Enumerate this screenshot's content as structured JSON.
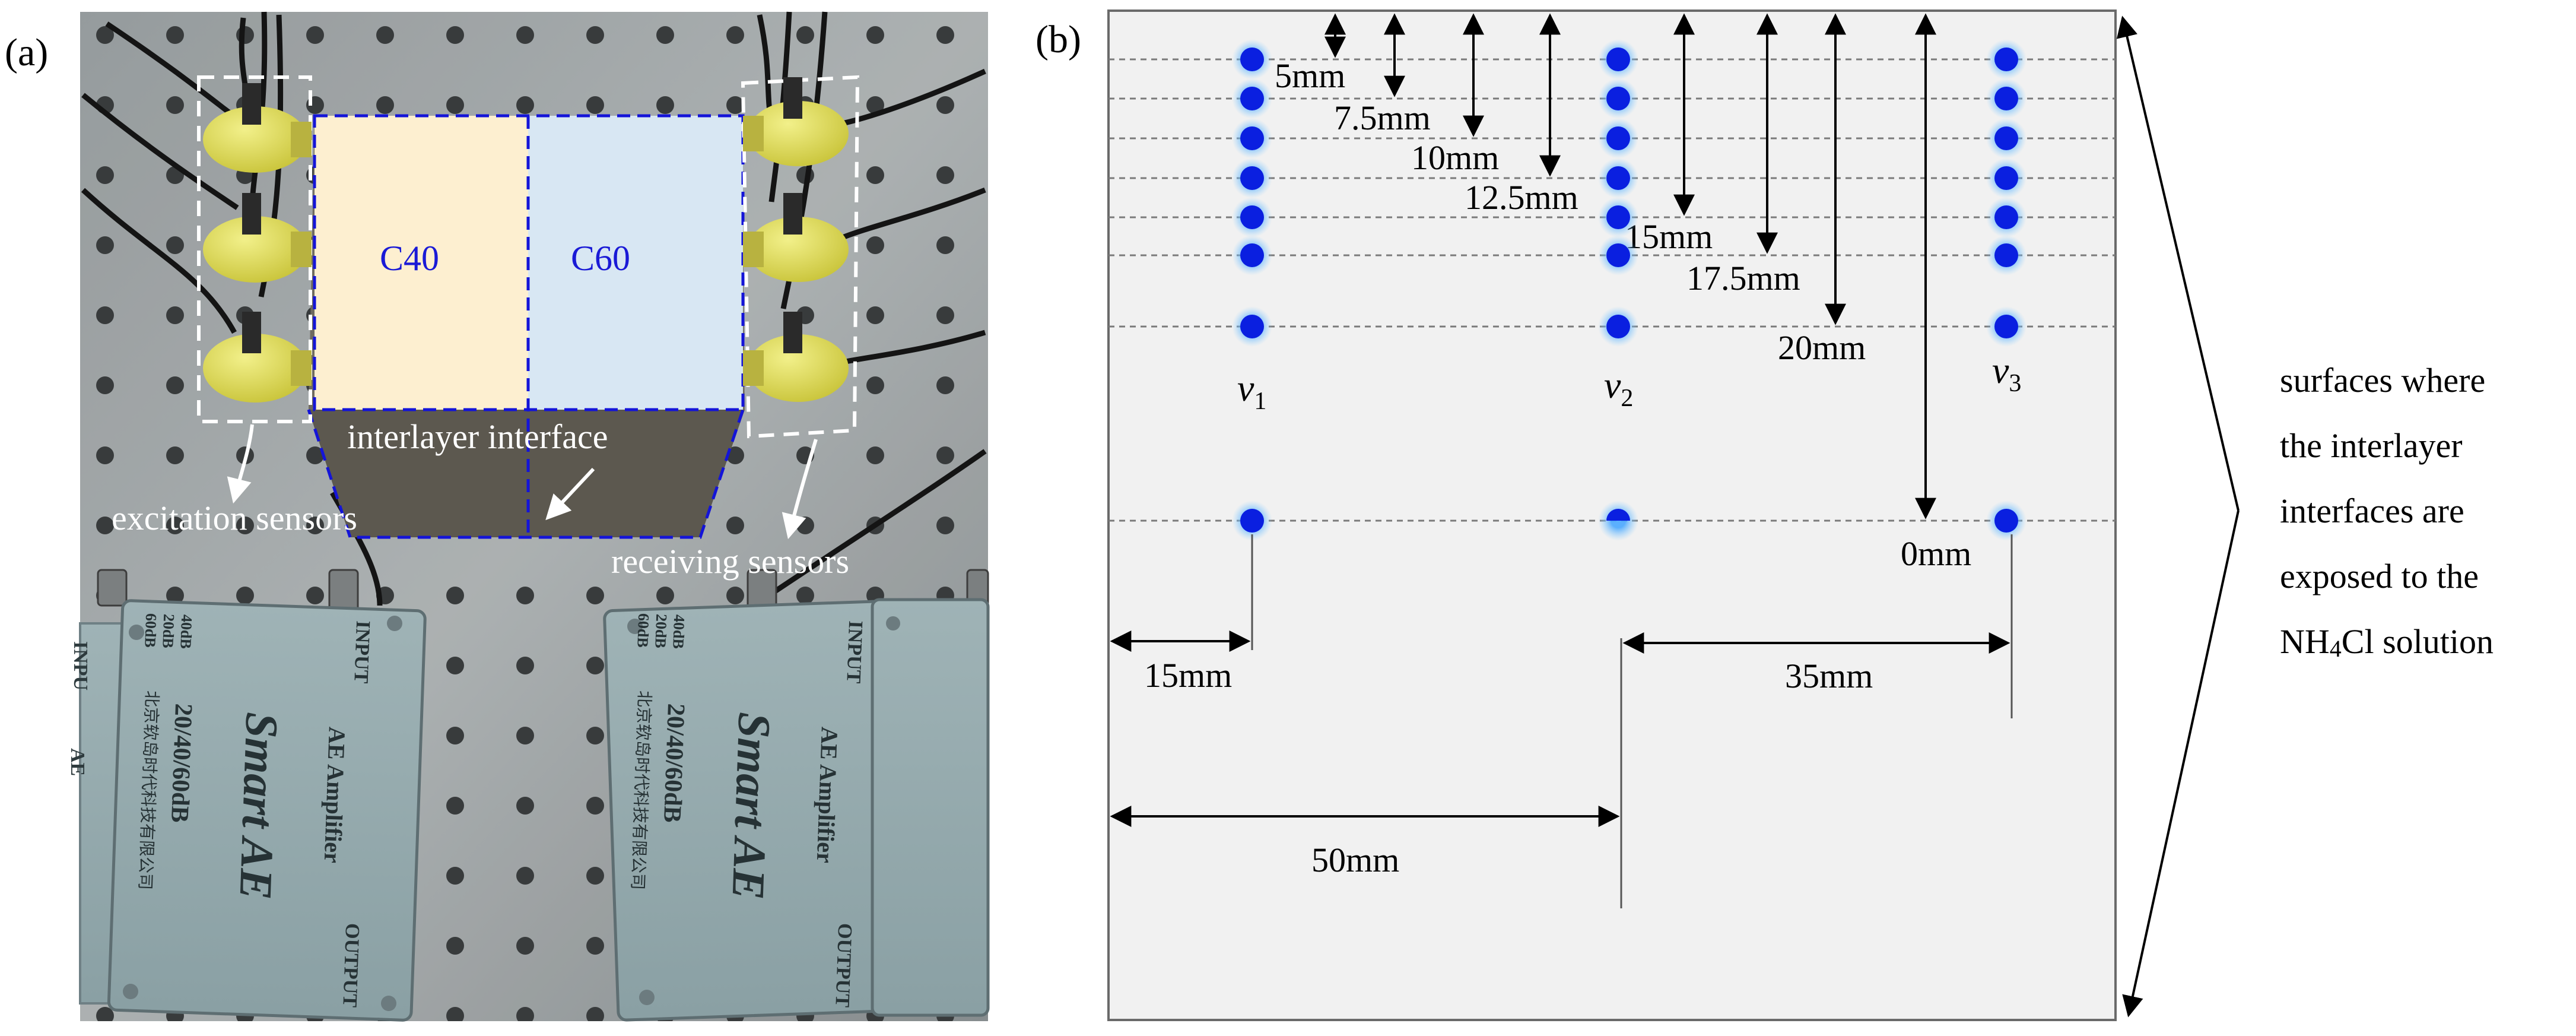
{
  "panel_a": {
    "label": "(a)",
    "materials": {
      "left": "C40",
      "right": "C60"
    },
    "labels": {
      "interface": "interlayer interface",
      "excitation": "excitation sensors",
      "receiving": "receiving sensors"
    },
    "amplifier": {
      "brand": "Smart AE",
      "title": "AE Amplifier",
      "gain": "20/40/60dB",
      "gain_options": [
        "60dB",
        "20dB",
        "40dB"
      ],
      "input": "INPUT",
      "output": "OUTPUT",
      "maker": "北京软岛时代科技有限公司",
      "partial_left": "INPU",
      "partial_left_ae": "AE"
    }
  },
  "panel_b": {
    "label": "(b)",
    "depth_labels": [
      "5mm",
      "7.5mm",
      "10mm",
      "12.5mm",
      "15mm",
      "17.5mm",
      "20mm",
      "0mm"
    ],
    "columns": [
      {
        "symbol": "v",
        "subscript": "1"
      },
      {
        "symbol": "v",
        "subscript": "2"
      },
      {
        "symbol": "v",
        "subscript": "3"
      }
    ],
    "horizontal_labels": [
      "15mm",
      "35mm",
      "50mm"
    ],
    "colors": {
      "dot": "#0a1fe0",
      "dot_glow": "#4aa8ff",
      "panel_bg": "#f1f1f1"
    }
  },
  "side_note": {
    "lines": [
      "surfaces where",
      "the interlayer",
      "interfaces are",
      "exposed to the"
    ],
    "last_prefix": "NH",
    "last_sub": "4",
    "last_suffix": "Cl solution"
  }
}
